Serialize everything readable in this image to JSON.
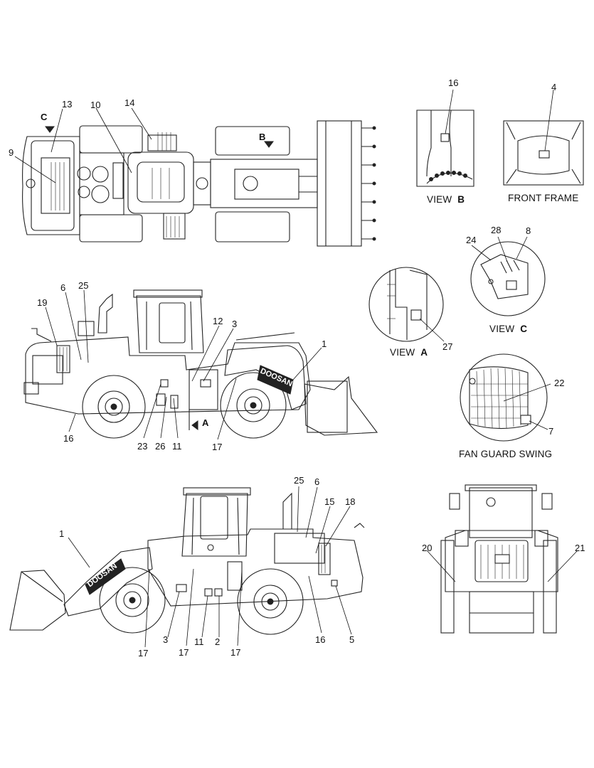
{
  "diagram": {
    "callouts": {
      "top_13": "13",
      "top_10": "10",
      "top_14": "14",
      "top_9": "9",
      "top_C": "C",
      "top_B": "B",
      "view_b_16": "16",
      "front_4": "4",
      "vc_24": "24",
      "vc_28": "28",
      "vc_8": "8",
      "l_6": "6",
      "l_25": "25",
      "l_19": "19",
      "l_12": "12",
      "l_3": "3",
      "l_1": "1",
      "va_27": "27",
      "l_16": "16",
      "l_23": "23",
      "l_26": "26",
      "l_11": "11",
      "l_17": "17",
      "l_A": "A",
      "fg_22": "22",
      "fg_7": "7",
      "r_25": "25",
      "r_6": "6",
      "r_15": "15",
      "r_18": "18",
      "r_1": "1",
      "r_17a": "17",
      "r_3": "3",
      "r_17b": "17",
      "r_11": "11",
      "r_2": "2",
      "r_17c": "17",
      "r_16": "16",
      "r_5": "5",
      "f_20": "20",
      "f_21": "21"
    },
    "captions": {
      "view_b_prefix": "VIEW",
      "view_b_letter": "B",
      "front_frame": "FRONT FRAME",
      "view_c_prefix": "VIEW",
      "view_c_letter": "C",
      "view_a_prefix": "VIEW",
      "view_a_letter": "A",
      "fan_guard": "FAN GUARD SWING"
    },
    "brand": "DOOSAN"
  }
}
